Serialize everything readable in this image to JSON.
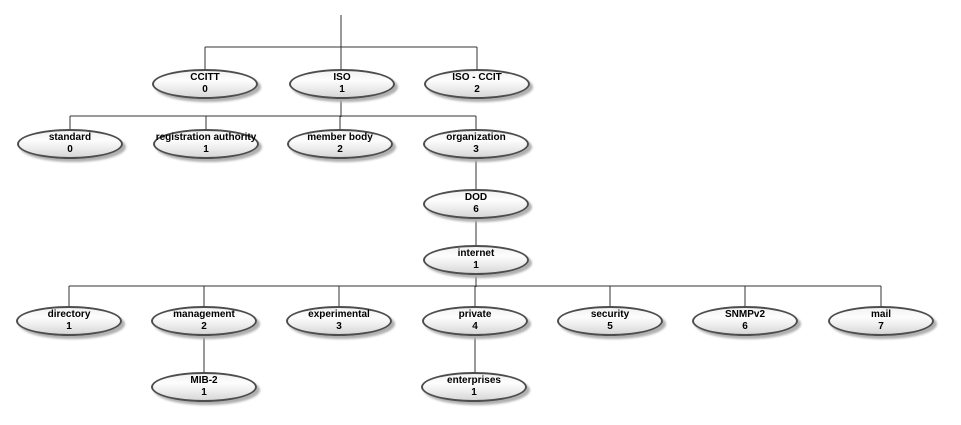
{
  "diagram": {
    "type": "tree",
    "description": "SNMP MIB object identifier (OID) tree",
    "background": "#ffffff",
    "style": {
      "node_fill_top": "#f2f2f2",
      "node_fill_bottom": "#d7d7d7",
      "node_border": "#4d4d4d",
      "node_shadow": "#b0b0b0",
      "connector_line": "#333333",
      "text_color": "#000000"
    },
    "nodes": [
      {
        "id": "ccitt",
        "label": "CCITT",
        "value": "0",
        "parent": "root"
      },
      {
        "id": "iso",
        "label": "ISO",
        "value": "1",
        "parent": "root"
      },
      {
        "id": "iso-ccit",
        "label": "ISO - CCIT",
        "value": "2",
        "parent": "root"
      },
      {
        "id": "standard",
        "label": "standard",
        "value": "0",
        "parent": "iso"
      },
      {
        "id": "registration-authority",
        "label": "registration authority",
        "value": "1",
        "parent": "iso"
      },
      {
        "id": "member-body",
        "label": "member body",
        "value": "2",
        "parent": "iso"
      },
      {
        "id": "organization",
        "label": "organization",
        "value": "3",
        "parent": "iso"
      },
      {
        "id": "dod",
        "label": "DOD",
        "value": "6",
        "parent": "organization"
      },
      {
        "id": "internet",
        "label": "internet",
        "value": "1",
        "parent": "dod"
      },
      {
        "id": "directory",
        "label": "directory",
        "value": "1",
        "parent": "internet"
      },
      {
        "id": "management",
        "label": "management",
        "value": "2",
        "parent": "internet"
      },
      {
        "id": "experimental",
        "label": "experimental",
        "value": "3",
        "parent": "internet"
      },
      {
        "id": "private",
        "label": "private",
        "value": "4",
        "parent": "internet"
      },
      {
        "id": "security",
        "label": "security",
        "value": "5",
        "parent": "internet"
      },
      {
        "id": "snmpv2",
        "label": "SNMPv2",
        "value": "6",
        "parent": "internet"
      },
      {
        "id": "mail",
        "label": "mail",
        "value": "7",
        "parent": "internet"
      },
      {
        "id": "mib-2",
        "label": "MIB-2",
        "value": "1",
        "parent": "management"
      },
      {
        "id": "enterprises",
        "label": "enterprises",
        "value": "1",
        "parent": "private"
      }
    ]
  }
}
